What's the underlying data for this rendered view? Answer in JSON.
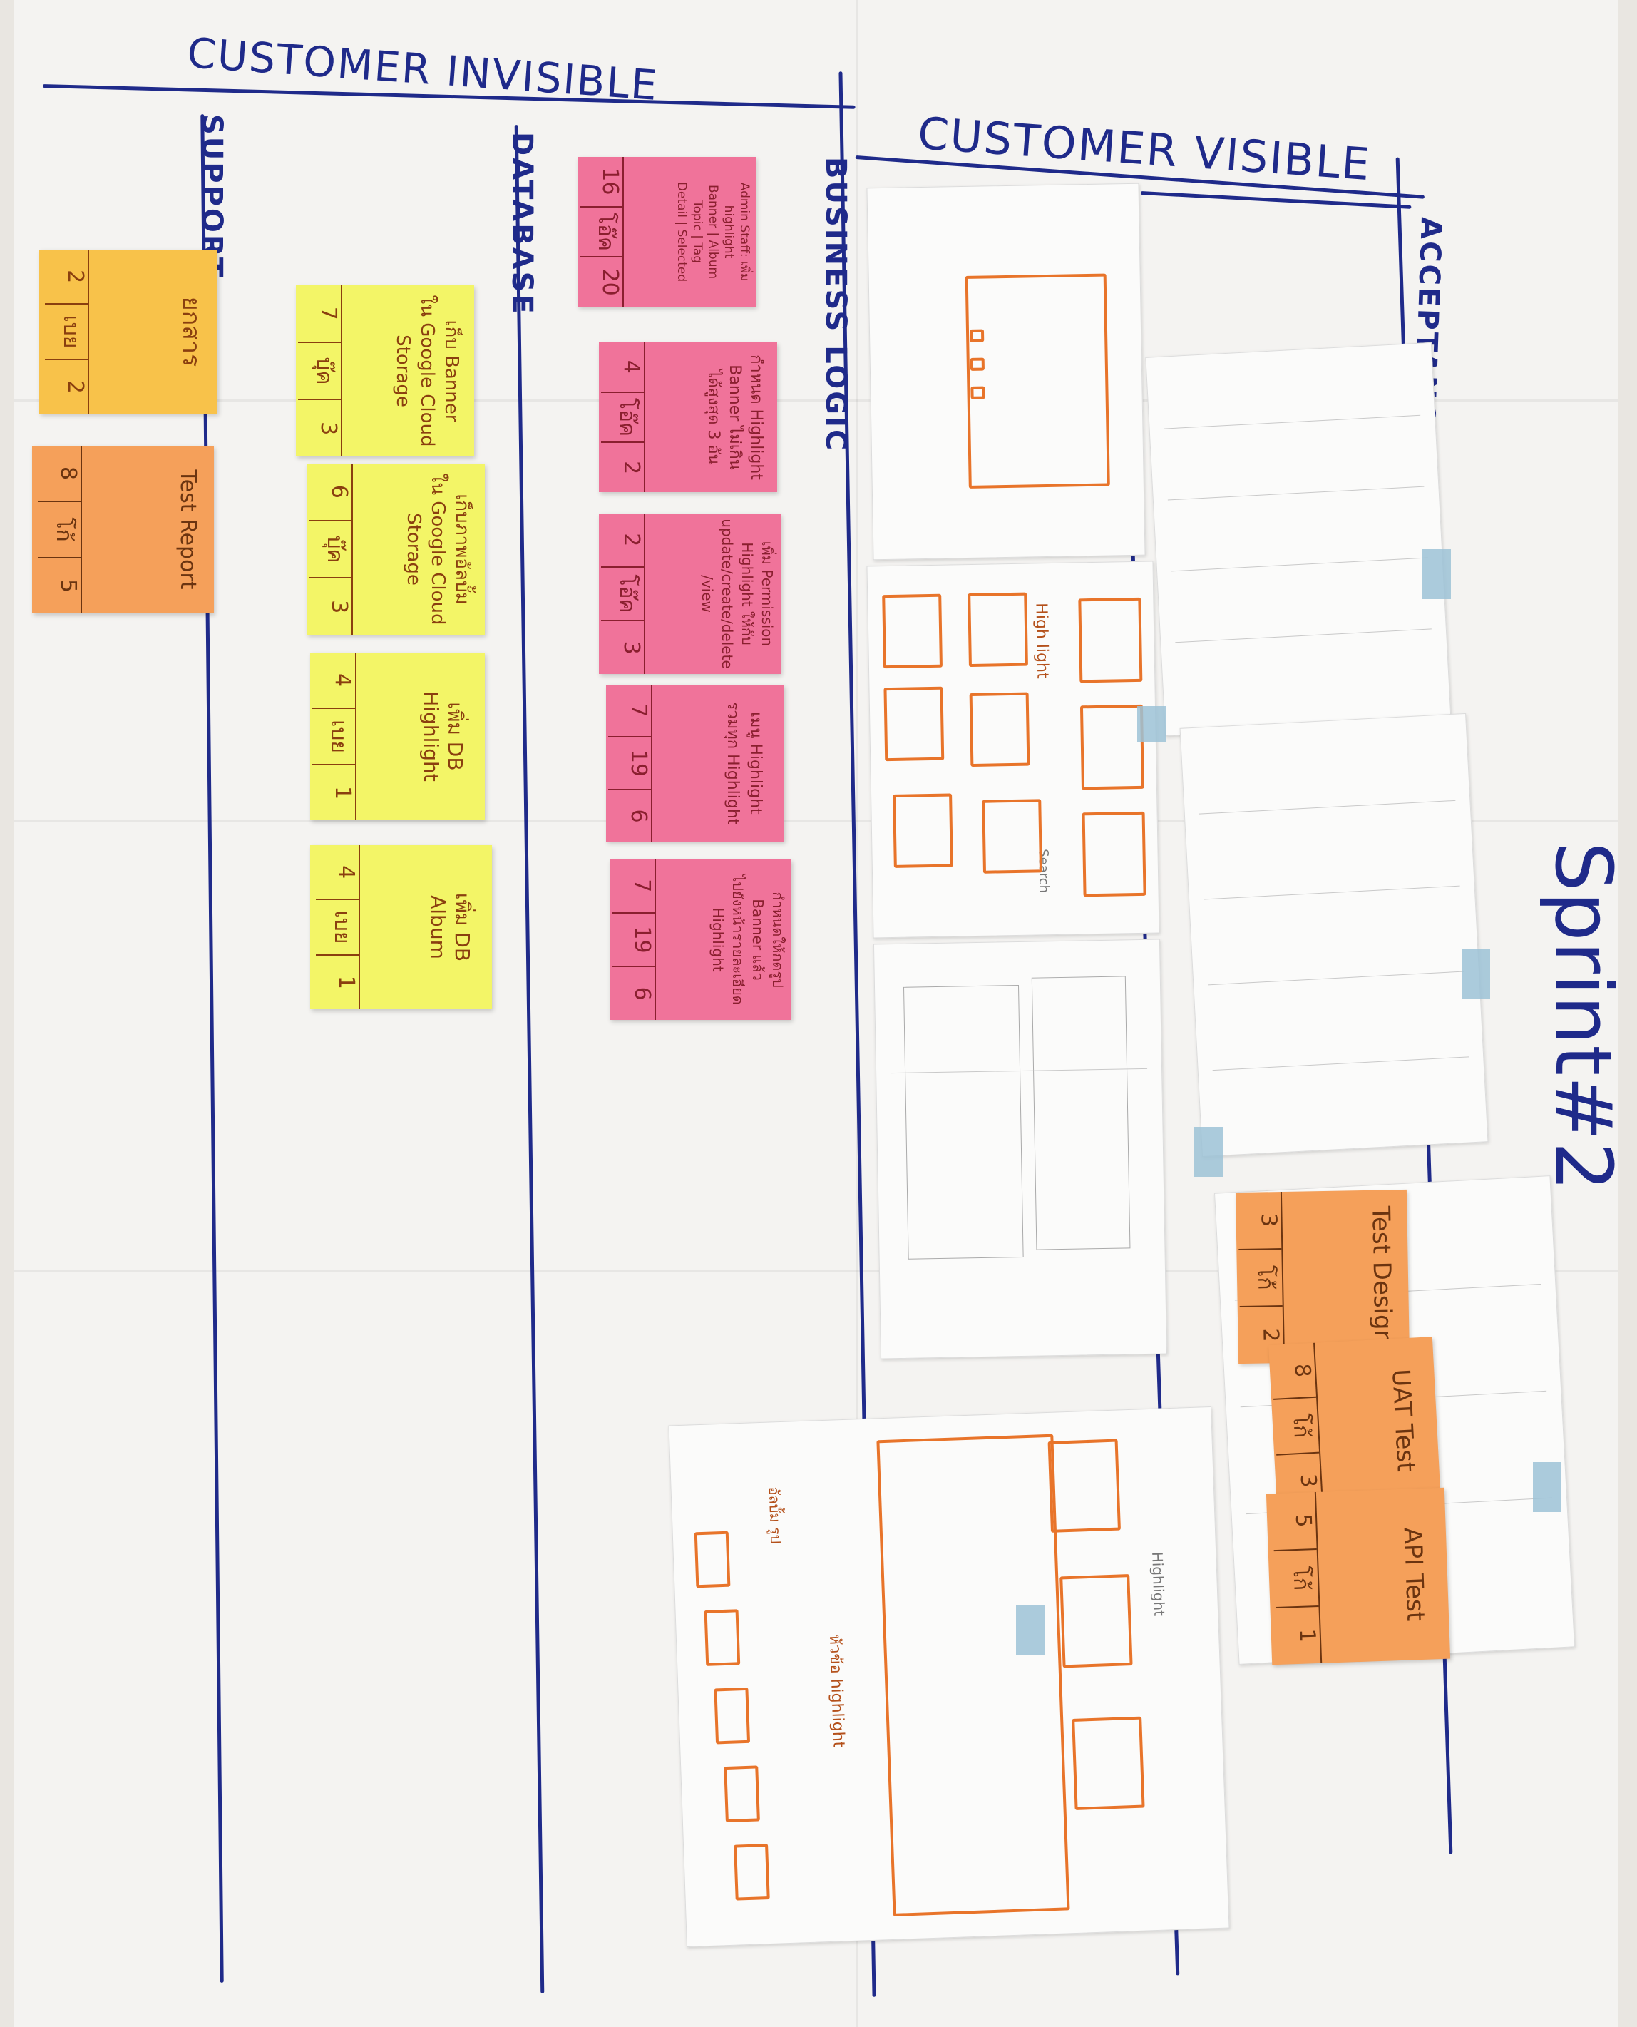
{
  "headers": {
    "customer_invisible": "CUSTOMER INVISIBLE",
    "customer_visible": "CUSTOMER VISIBLE",
    "sprint": "Sprint#2"
  },
  "columns": {
    "support": "SUPPORT",
    "database": "DATABASE",
    "business_logic": "BUSINESS LOGIC",
    "acceptance_test": "ACCEPTANCE TEST"
  },
  "support_notes": [
    {
      "title": "ยกสาร",
      "meta": [
        "2",
        "เบย",
        "2"
      ],
      "color": "#f8c24a"
    },
    {
      "title": "Test Report",
      "meta": [
        "8",
        "โก้",
        "5"
      ],
      "color": "#f5a05a"
    }
  ],
  "database_notes": [
    {
      "title": "เก็บ Banner\nใน Google Cloud\nStorage",
      "meta": [
        "7",
        "บุ๊ค",
        "3"
      ]
    },
    {
      "title": "เก็บภาพอัลบั้ม\nใน Google Cloud\nStorage",
      "meta": [
        "6",
        "บุ๊ค",
        "3"
      ]
    },
    {
      "title": "เพิ่ม DB\nHighlight",
      "meta": [
        "4",
        "เบย",
        "1"
      ]
    },
    {
      "title": "เพิ่ม DB\nAlbum",
      "meta": [
        "4",
        "เบย",
        "1"
      ]
    }
  ],
  "logic_notes": [
    {
      "title": "Admin Staff: เพิ่ม highlight\nBanner | Album\nTopic | Tag\nDetail | Selected",
      "meta": [
        "16",
        "โอ๊ค",
        "20"
      ]
    },
    {
      "title": "กำหนด Highlight\nBanner ไม่เกิน\nได้สูงสุด 3 อัน",
      "meta": [
        "4",
        "โอ๊ค",
        "2"
      ]
    },
    {
      "title": "เพิ่ม Permission\nHighlight ให้กับ\nupdate/create/delete\n/view",
      "meta": [
        "2",
        "โอ๊ค",
        "3"
      ]
    },
    {
      "title": "เมนู Highlight\nรวมทุก Highlight",
      "meta": [
        "7",
        "19",
        "6"
      ]
    },
    {
      "title": "กำหนดให้กดรูป\nBanner แล้ว\nไปยังหน้ารายละเอียด\nHighlight",
      "meta": [
        "7",
        "19",
        "6"
      ]
    }
  ],
  "acceptance_notes": [
    {
      "title": "Test Design",
      "meta": [
        "3",
        "โก้",
        "2"
      ]
    },
    {
      "title": "UAT Test",
      "meta": [
        "8",
        "โก้",
        "3"
      ]
    },
    {
      "title": "API Test",
      "meta": [
        "5",
        "โก้",
        "1"
      ]
    }
  ],
  "sketch_text": {
    "highlight_title": "High light",
    "search_label": "Search",
    "highlight_label": "Highlight",
    "detail_label": "หัวข้อ highlight",
    "album_label": "อัลบั้ม รูป"
  }
}
